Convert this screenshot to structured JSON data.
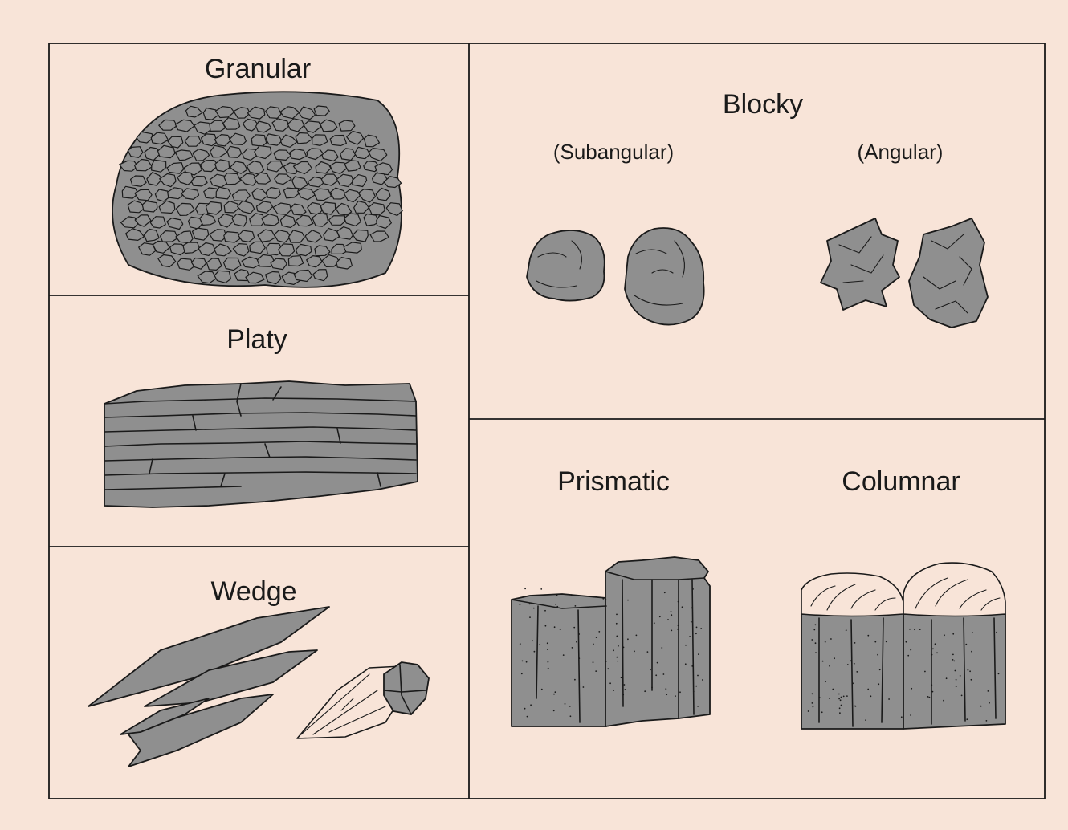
{
  "panels": {
    "granular": {
      "label": "Granular"
    },
    "platy": {
      "label": "Platy"
    },
    "wedge": {
      "label": "Wedge"
    },
    "blocky": {
      "label": "Blocky",
      "subangular_label": "(Subangular)",
      "angular_label": "(Angular)"
    },
    "prismatic": {
      "label": "Prismatic"
    },
    "columnar": {
      "label": "Columnar"
    }
  },
  "colors": {
    "background": "#f8e4d8",
    "fill": "#8f8f8f",
    "stroke": "#1a1a1a"
  }
}
